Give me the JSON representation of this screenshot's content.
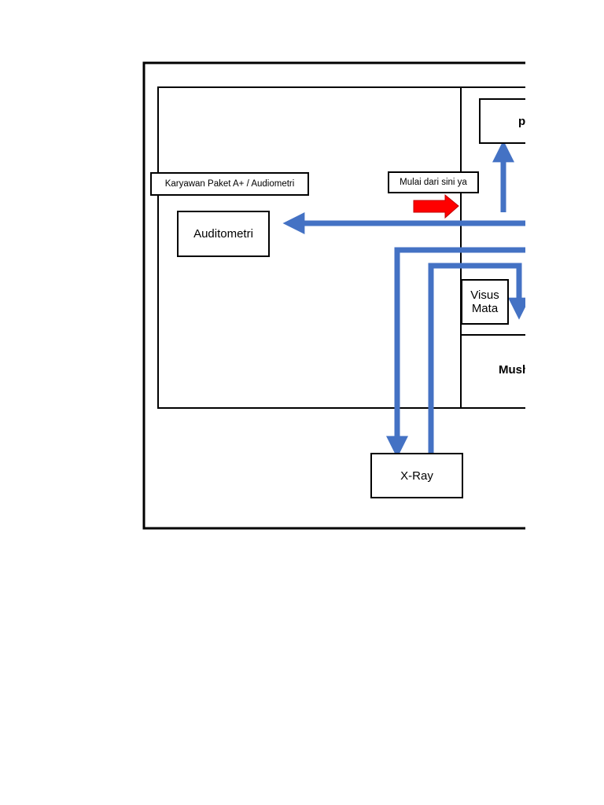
{
  "diagram": {
    "labels": {
      "karyawan": "Karyawan Paket A+ / Audiometri",
      "mulai": "Mulai dari sini ya",
      "auditometri": "Auditometri",
      "visus_line1": "Visus",
      "visus_line2": "Mata",
      "xray": "X-Ray",
      "mushola_partial": "Mush",
      "top_right_partial": "p"
    },
    "colors": {
      "flow_arrow": "#4472c4",
      "start_arrow": "#ff0000",
      "outline": "#000000"
    }
  }
}
